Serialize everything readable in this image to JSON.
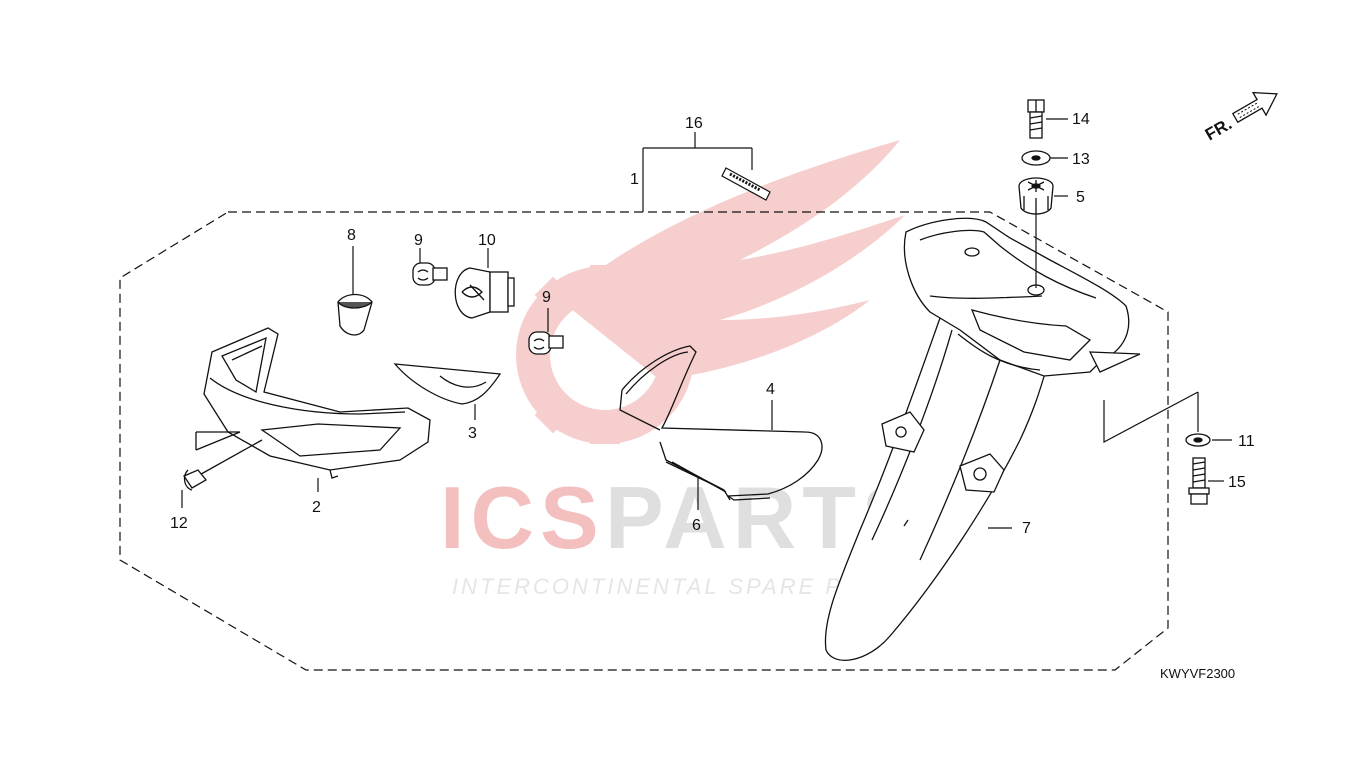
{
  "diagram": {
    "callouts": {
      "c1": "1",
      "c2": "2",
      "c3": "3",
      "c4": "4",
      "c5": "5",
      "c6": "6",
      "c7": "7",
      "c8": "8",
      "c9a": "9",
      "c9b": "9",
      "c10": "10",
      "c11": "11",
      "c12": "12",
      "c13": "13",
      "c14": "14",
      "c15": "15",
      "c16": "16"
    },
    "direction_label": "FR.",
    "diagram_code": "KWYVF2300"
  },
  "watermark": {
    "brand_left": "ICS",
    "brand_right": "PARTS",
    "tagline": "INTERCONTINENTAL SPARE PARTS",
    "colors": {
      "red": "#f2b8b8",
      "grey": "#dcdcdc"
    }
  },
  "colors": {
    "line": "#111111",
    "background": "#ffffff"
  }
}
